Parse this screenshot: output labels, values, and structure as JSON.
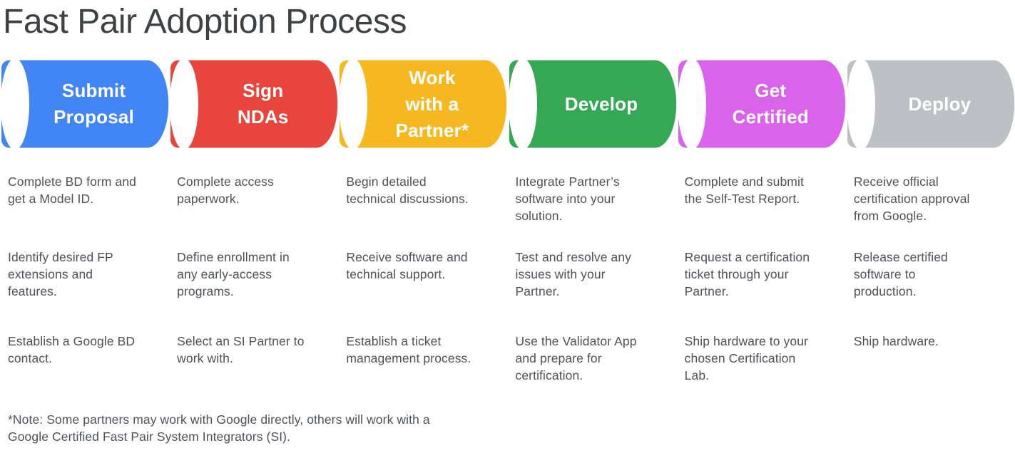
{
  "title": "Fast Pair Adoption Process",
  "palette": {
    "title_text": "#3f4245",
    "body_text": "#4e5256",
    "stage_label_text": "#ffffff"
  },
  "stages": [
    {
      "label": "Submit\nProposal",
      "color": "#4285F4",
      "items": [
        "Complete BD form and\nget a Model ID.",
        "Identify desired FP\nextensions and\nfeatures.",
        "Establish a Google BD\ncontact."
      ]
    },
    {
      "label": "Sign\nNDAs",
      "color": "#E8463D",
      "items": [
        "Complete access\npaperwork.",
        "Define enrollment in\nany early-access\nprograms.",
        "Select an SI Partner to\nwork with."
      ]
    },
    {
      "label": "Work\nwith a\nPartner*",
      "color": "#F6B821",
      "items": [
        "Begin detailed\ntechnical discussions.",
        "Receive software and\ntechnical support.",
        "Establish a ticket\nmanagement process."
      ]
    },
    {
      "label": "Develop",
      "color": "#34A853",
      "items": [
        "Integrate Partner’s\nsoftware into your\nsolution.",
        "Test and resolve any\nissues with your\nPartner.",
        "Use the Validator App\nand prepare for\ncertification."
      ]
    },
    {
      "label": "Get\nCertified",
      "color": "#D964EB",
      "items": [
        "Complete and submit\nthe Self-Test Report.",
        "Request a certification\nticket through your\nPartner.",
        "Ship hardware to your\nchosen Certification\nLab."
      ]
    },
    {
      "label": "Deploy",
      "color": "#BDC1C6",
      "items": [
        "Receive official\ncertification approval\nfrom Google.",
        "Release certified\nsoftware to\nproduction.",
        "Ship hardware."
      ]
    }
  ],
  "footnote": "*Note: Some partners may work with Google directly, others will work with a\nGoogle Certified Fast Pair System Integrators (SI)."
}
